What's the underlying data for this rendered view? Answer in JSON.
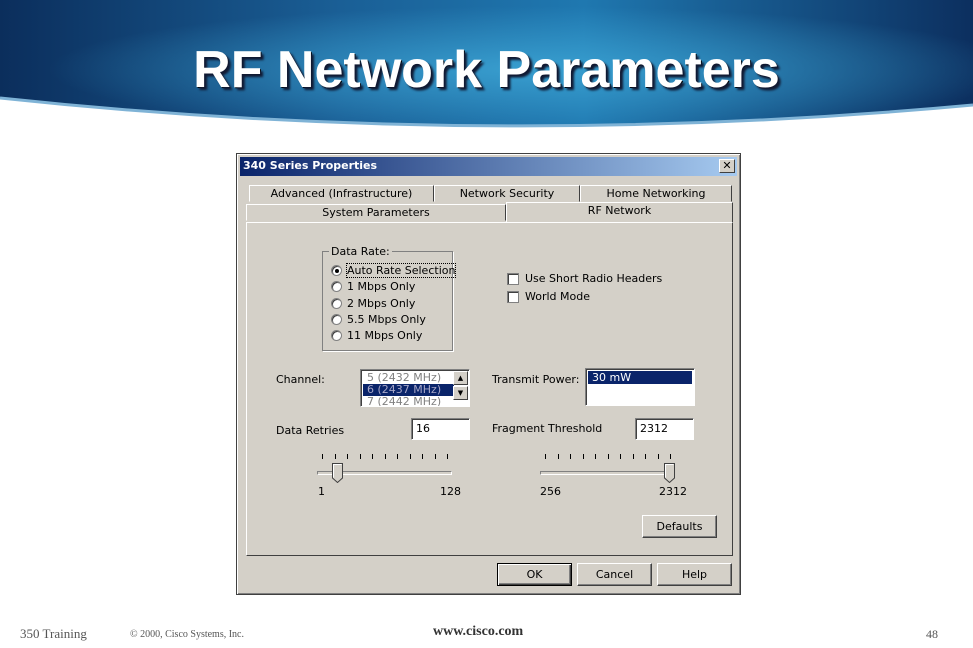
{
  "slide": {
    "title": "RF Network Parameters",
    "footer_course": "350  Training",
    "footer_copyright": "© 2000, Cisco Systems, Inc.",
    "footer_url": "www.cisco.com",
    "page_number": "48"
  },
  "dialog": {
    "title": "340 Series Properties",
    "close_glyph": "✕",
    "tabs_row1": [
      "Advanced (Infrastructure)",
      "Network Security",
      "Home Networking"
    ],
    "tabs_row2": [
      "System Parameters",
      "RF Network"
    ],
    "active_tab": "RF Network",
    "data_rate": {
      "label": "Data Rate:",
      "options": [
        "Auto Rate Selection",
        "1 Mbps Only",
        "2 Mbps Only",
        "5.5 Mbps Only",
        "11 Mbps Only"
      ],
      "selected": "Auto Rate Selection"
    },
    "checkboxes": [
      {
        "label": "Use Short Radio Headers",
        "checked": false
      },
      {
        "label": "World Mode",
        "checked": false
      }
    ],
    "channel": {
      "label": "Channel:",
      "items": [
        "5   (2432 MHz)",
        "6   (2437 MHz)",
        "7   (2442 MHz)"
      ],
      "selected": "6   (2437 MHz)"
    },
    "transmit_power": {
      "label": "Transmit Power:",
      "selected": "30 mW"
    },
    "data_retries": {
      "label": "Data Retries",
      "value": "16",
      "slider_min": "1",
      "slider_max": "128",
      "slider_fraction": 0.12
    },
    "fragment_threshold": {
      "label": "Fragment Threshold",
      "value": "2312",
      "slider_min": "256",
      "slider_max": "2312",
      "slider_fraction": 1.0
    },
    "buttons": {
      "defaults": "Defaults",
      "ok": "OK",
      "cancel": "Cancel",
      "help": "Help"
    }
  }
}
